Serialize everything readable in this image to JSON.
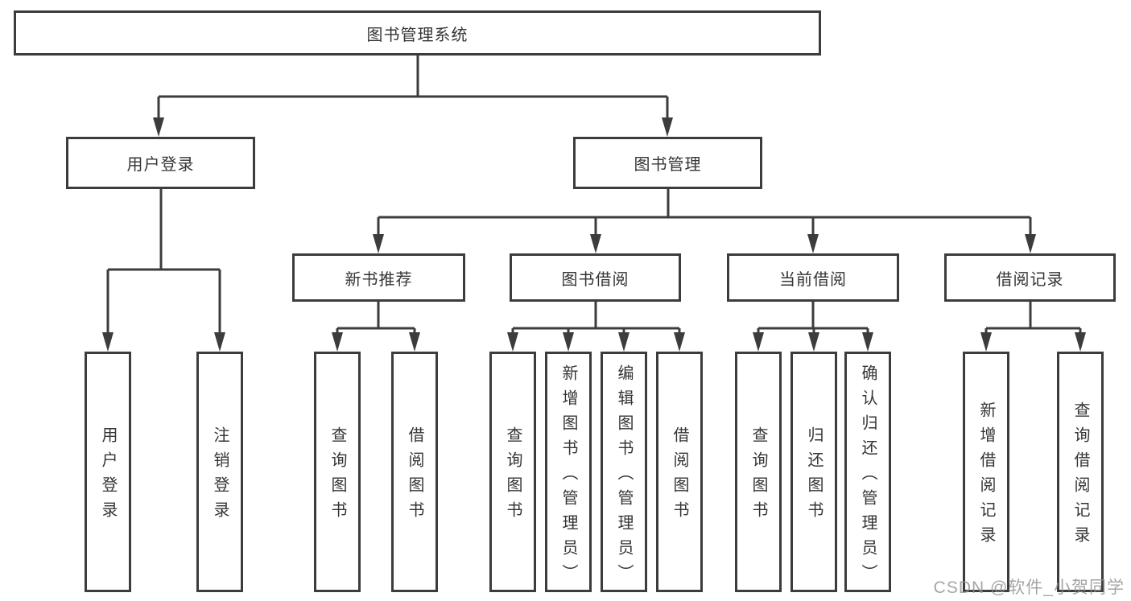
{
  "diagram": {
    "type": "hierarchy",
    "tree": {
      "root": {
        "label": "图书管理系统",
        "children": [
          {
            "label": "用户登录",
            "children": [
              {
                "label": "用户登录"
              },
              {
                "label": "注销登录"
              }
            ]
          },
          {
            "label": "图书管理",
            "children": [
              {
                "label": "新书推荐",
                "children": [
                  {
                    "label": "查询图书"
                  },
                  {
                    "label": "借阅图书"
                  }
                ]
              },
              {
                "label": "图书借阅",
                "children": [
                  {
                    "label": "查询图书"
                  },
                  {
                    "label": "新增图书（管理员）"
                  },
                  {
                    "label": "编辑图书（管理员）"
                  },
                  {
                    "label": "借阅图书"
                  }
                ]
              },
              {
                "label": "当前借阅",
                "children": [
                  {
                    "label": "查询图书"
                  },
                  {
                    "label": "归还图书"
                  },
                  {
                    "label": "确认归还（管理员）"
                  }
                ]
              },
              {
                "label": "借阅记录",
                "children": [
                  {
                    "label": "新增借阅记录"
                  },
                  {
                    "label": "查询借阅记录"
                  }
                ]
              }
            ]
          }
        ]
      }
    },
    "colors": {
      "line": "#3c3c3c",
      "box_border": "#3c3c3c",
      "box_background": "#ffffff",
      "text": "#353535",
      "watermark": "#919191"
    }
  },
  "watermark": {
    "text": "CSDN @软件_小贺同学"
  }
}
